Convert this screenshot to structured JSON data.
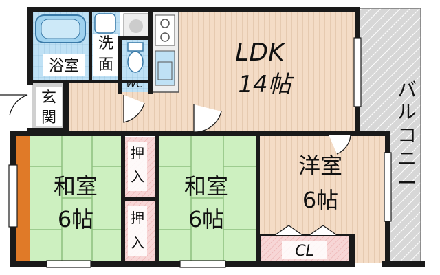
{
  "rooms": {
    "ldk": {
      "name": "LDK",
      "size": "14帖"
    },
    "bath": {
      "name": "浴室"
    },
    "washroom": {
      "line1": "洗",
      "line2": "面"
    },
    "wc": {
      "name": "WC"
    },
    "entrance": {
      "line1": "玄",
      "line2": "関"
    },
    "washitsu_left": {
      "name": "和室",
      "size": "6帖"
    },
    "washitsu_right": {
      "name": "和室",
      "size": "6帖"
    },
    "oshiire_upper": {
      "line1": "押",
      "line2": "入"
    },
    "oshiire_lower": {
      "line1": "押",
      "line2": "入"
    },
    "youshitsu": {
      "name": "洋室",
      "size": "6帖"
    },
    "closet": {
      "name": "CL"
    },
    "balcony": {
      "chars": [
        "バ",
        "ル",
        "コ",
        "ニ",
        "ー"
      ]
    }
  },
  "colors": {
    "wall": "#1a1a1a",
    "wood_floor": "#f4dcc6",
    "wood_line": "#d9b79a",
    "tatami": "#cdf0c0",
    "tatami_line": "#8dc07f",
    "tokonoma": "#e07a28",
    "wet_area": "#bfe1f5",
    "oshiire": "#f7d6d6",
    "balcony": "#d7d7d7",
    "entrance_floor": "#d0d0d0"
  }
}
